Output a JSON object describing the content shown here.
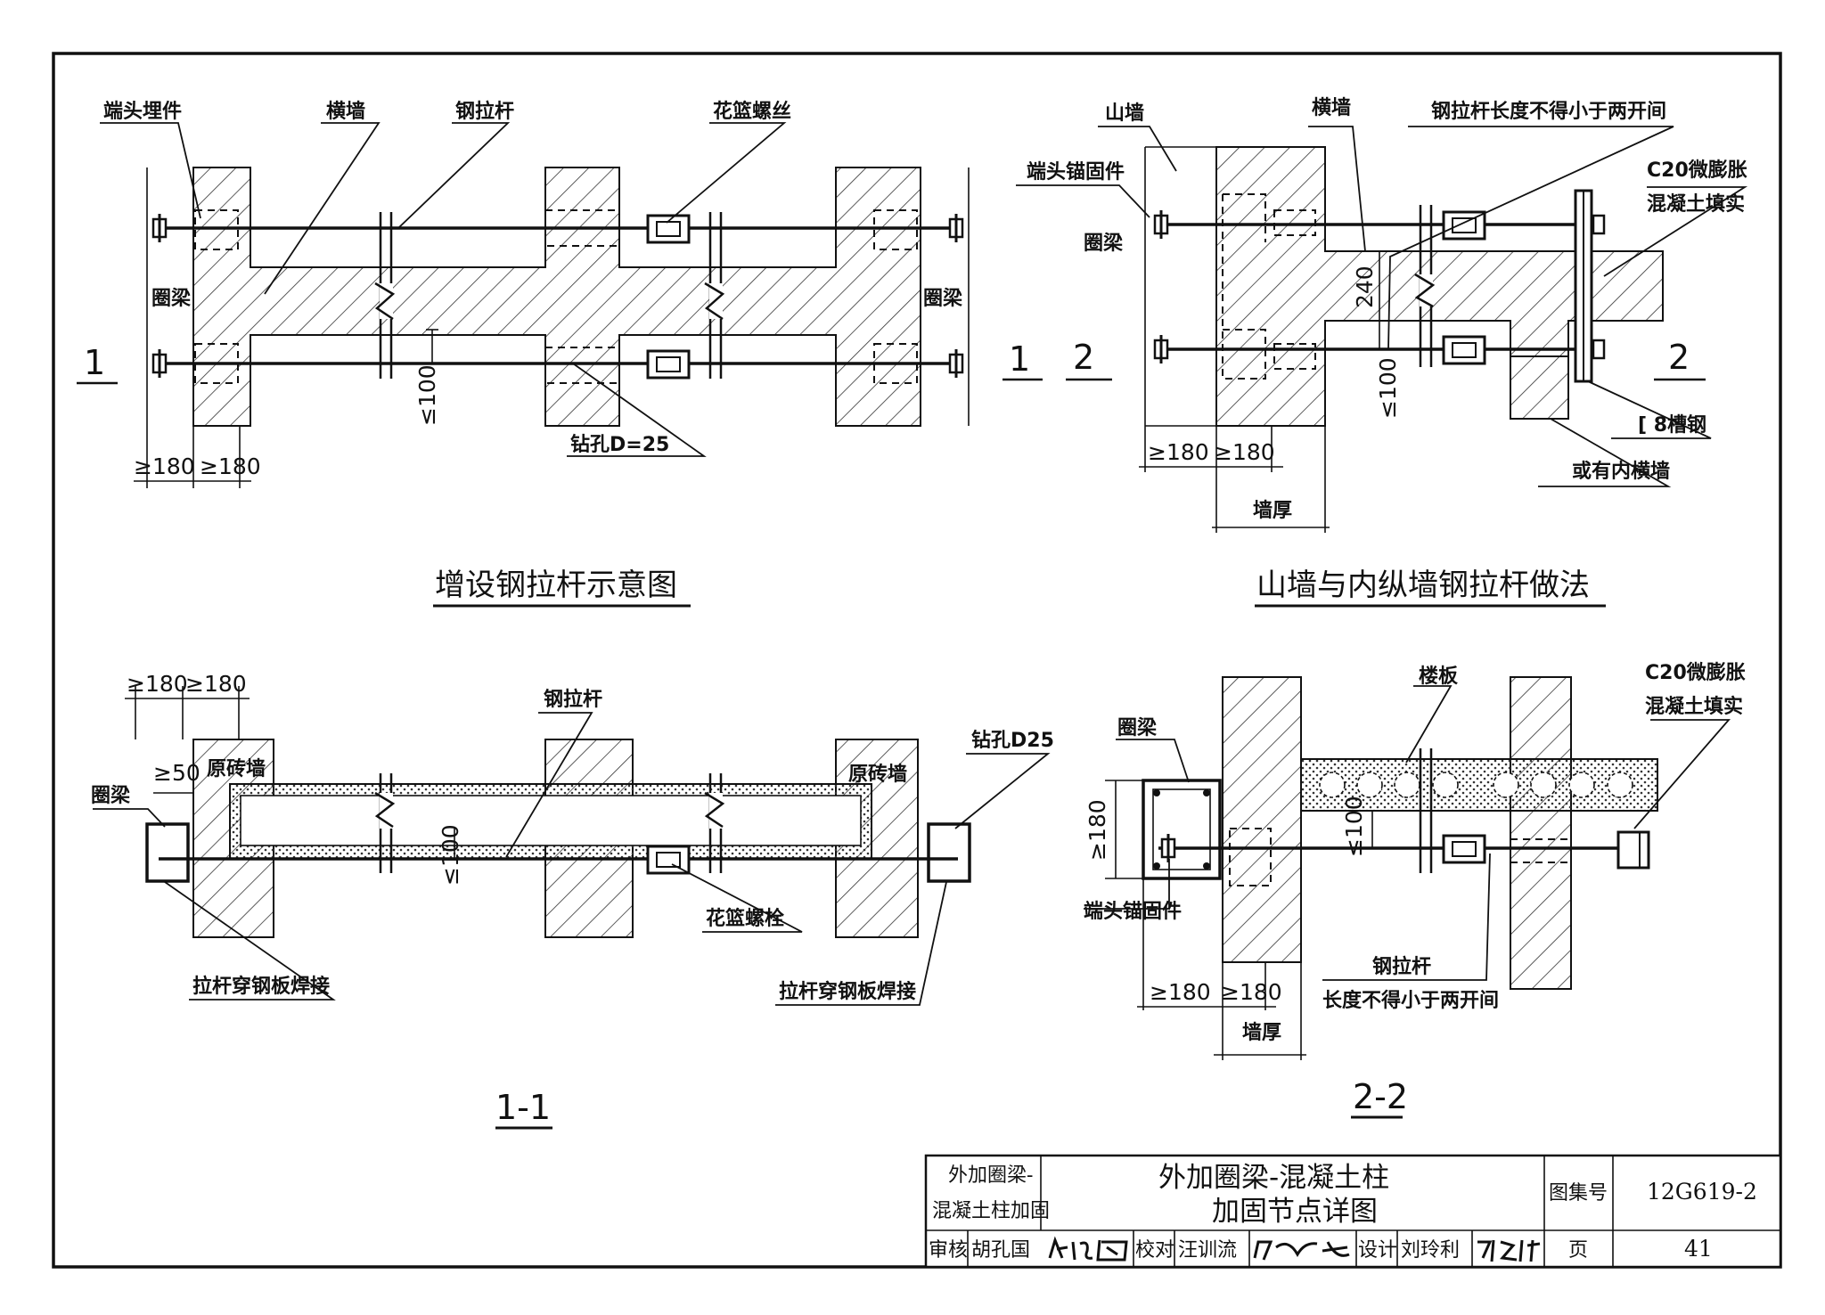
{
  "diagram1": {
    "labels": {
      "end_embed": "端头埋件",
      "cross_wall": "横墙",
      "steel_rod": "钢拉杆",
      "turnbuckle": "花篮螺丝",
      "ring_beam_left": "圈梁",
      "ring_beam_right": "圈梁",
      "drill": "钻孔D=25"
    },
    "dims": {
      "d1": "≥180",
      "d2": "≥180",
      "spacing": "≤100"
    },
    "section_mark_left": "1",
    "section_mark_right": "1",
    "title": "增设钢拉杆示意图"
  },
  "diagram2": {
    "labels": {
      "gable_wall": "山墙",
      "cross_wall": "横墙",
      "rod_length": "钢拉杆长度不得小于两开间",
      "end_anchor": "端头锚固件",
      "ring_beam": "圈梁",
      "c20_line1": "C20微膨胀",
      "c20_line2": "混凝土填实",
      "channel": "[ 8槽钢",
      "inner_wall": "或有内横墙",
      "wall_thk": "墙厚"
    },
    "dims": {
      "d1": "≥180",
      "d2": "≥180",
      "h240": "240",
      "spacing": "≤100"
    },
    "section_mark_left": "2",
    "section_mark_right": "2",
    "title": "山墙与内纵墙钢拉杆做法"
  },
  "section11": {
    "labels": {
      "ring_beam": "圈梁",
      "orig_wall_left": "原砖墙",
      "orig_wall_right": "原砖墙",
      "steel_rod": "钢拉杆",
      "drill": "钻孔D25",
      "turnbuckle_bolt": "花篮螺栓",
      "weld_left": "拉杆穿钢板焊接",
      "weld_right": "拉杆穿钢板焊接"
    },
    "dims": {
      "d1": "≥180",
      "d2": "≥180",
      "d50": "≥50",
      "spacing": "≤100"
    },
    "title": "1-1"
  },
  "section22": {
    "labels": {
      "slab": "楼板",
      "ring_beam": "圈梁",
      "c20_line1": "C20微膨胀",
      "c20_line2": "混凝土填实",
      "end_anchor": "端头锚固件",
      "rod_line1": "钢拉杆",
      "rod_line2": "长度不得小于两开间",
      "wall_thk": "墙厚"
    },
    "dims": {
      "d1": "≥180",
      "d2": "≥180",
      "h180": "≥180",
      "spacing": "≤100"
    },
    "title": "2-2"
  },
  "title_block": {
    "category_line1": "外加圈梁-",
    "category_line2": "混凝土柱加固",
    "drawing_title_line1": "外加圈梁-混凝土柱",
    "drawing_title_line2": "加固节点详图",
    "atlas_label": "图集号",
    "atlas_no": "12G619-2",
    "review_label": "审核",
    "reviewer": "胡孔国",
    "check_label": "校对",
    "checker": "汪训流",
    "design_label": "设计",
    "designer": "刘玲利",
    "page_label": "页",
    "page_no": "41"
  }
}
